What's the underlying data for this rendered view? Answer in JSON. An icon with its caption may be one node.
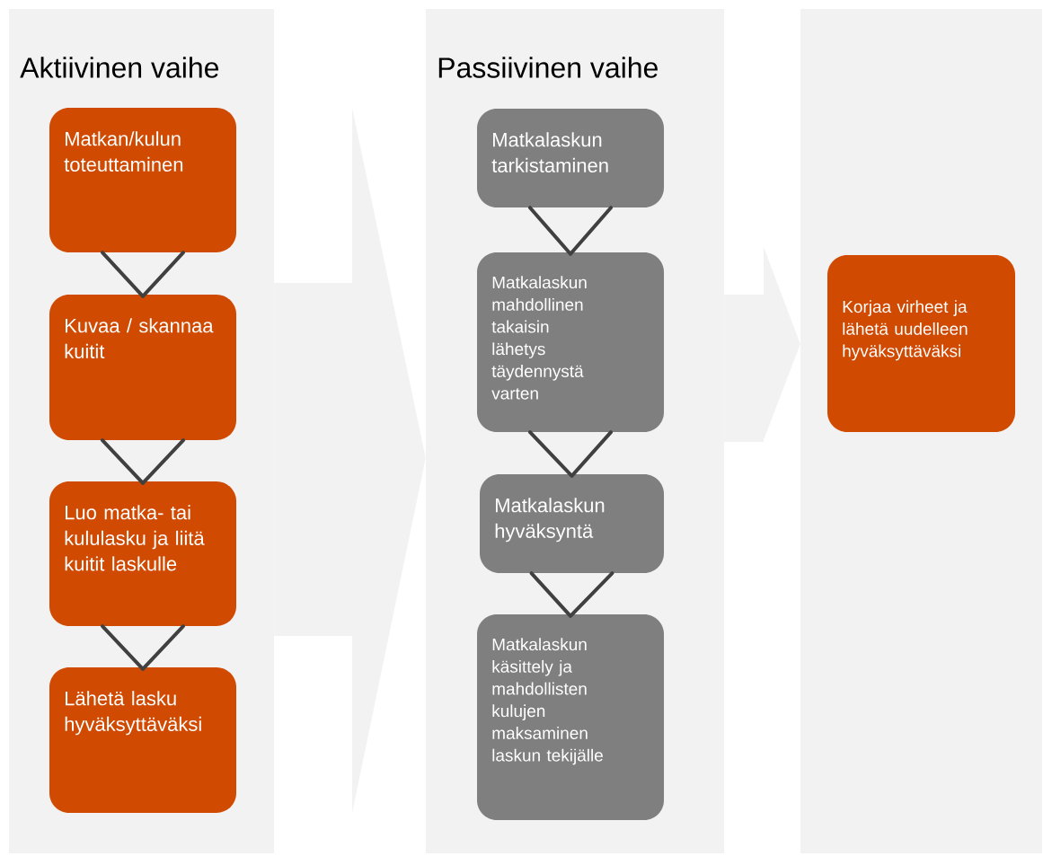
{
  "diagram": {
    "nodes": [
      {
        "text": [
          "Aktiivinen vaihe"
        ]
      },
      {
        "text": [
          "Matkan/kulun toteuttaminen"
        ],
        "in": 0
      },
      {
        "text": [
          "Kuvaa / skannaa kuitit"
        ],
        "in": 0
      },
      {
        "text": [
          "Luo matka- tai kululasku ja liitä kuitit laskulle"
        ],
        "in": 0
      },
      {
        "text": [
          "Lähetä lasku hyväksyttäväksi"
        ],
        "in": 0
      },
      {
        "text": [
          "Passiivinen vaihe"
        ]
      },
      {
        "text": [
          "Matkalaskun tarkistaminen"
        ],
        "in": 5
      },
      {
        "text": [
          "Matkalaskun mahdollinen takaisin lähetys täydennystä varten"
        ],
        "in": 5
      },
      {
        "text": [
          "Matkalaskun hyväksyntä"
        ],
        "in": 5
      },
      {
        "text": [
          "Matkalaskun käsittely ja mahdollisten kulujen maksaminen laskun tekijälle"
        ],
        "in": 5
      },
      {
        "text": [],
        "shape": "box"
      },
      {
        "text": [
          "Korjaa virheet ja lähetä uudelleen hyväksyttäväksi"
        ],
        "in": 10
      }
    ],
    "edges": [
      {
        "from": 1,
        "to": 2,
        "arrow": "none"
      },
      {
        "from": 2,
        "to": 3,
        "arrow": "none"
      },
      {
        "from": 3,
        "to": 4,
        "arrow": "none"
      },
      {
        "from": 6,
        "to": 7,
        "arrow": "none"
      },
      {
        "from": 7,
        "to": 8,
        "arrow": "none"
      },
      {
        "from": 8,
        "to": 9,
        "arrow": "none"
      },
      {
        "from": 0,
        "to": 5,
        "arrow": "to"
      },
      {
        "from": 5,
        "to": 10,
        "arrow": "to"
      }
    ]
  }
}
